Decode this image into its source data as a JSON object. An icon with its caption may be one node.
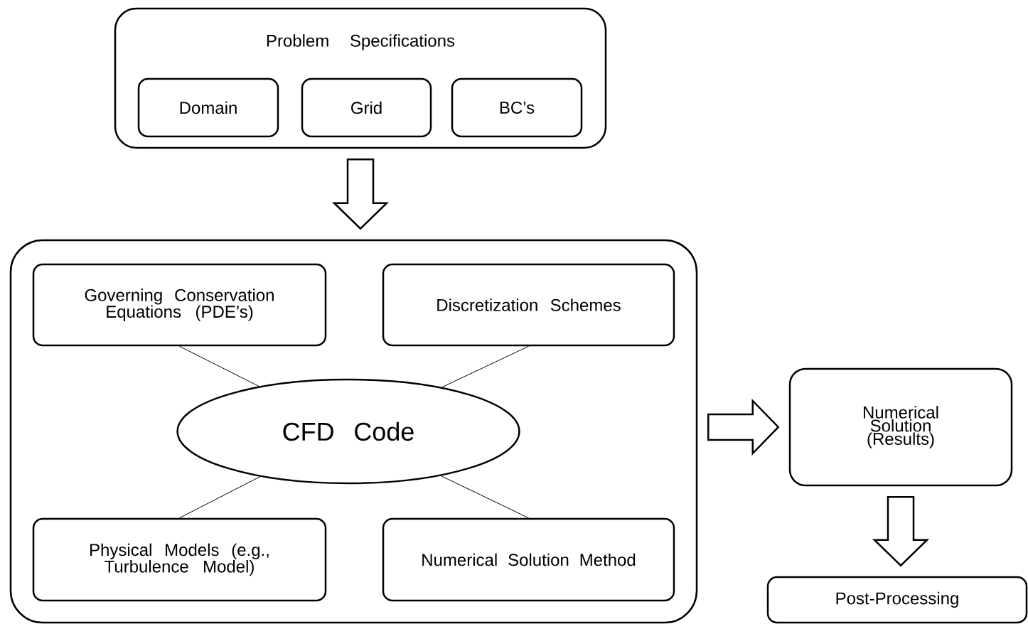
{
  "diagram": {
    "nodes": [
      {
        "text": [
          "Problem Specifications"
        ]
      },
      {
        "text": [
          "Domain"
        ],
        "in": 0
      },
      {
        "text": [
          "Grid"
        ],
        "in": 0
      },
      {
        "text": [
          "BC’s"
        ],
        "in": 0
      },
      {
        "text": [],
        "shape": "box"
      },
      {
        "text": [
          "Governing Conservation Equations (PDE’s)"
        ],
        "in": 4
      },
      {
        "text": [
          "Discretization Schemes"
        ],
        "in": 4
      },
      {
        "text": [
          "CFD Code"
        ],
        "in": 4
      },
      {
        "text": [
          "Physical Models (e.g., Turbulence Model)"
        ],
        "in": 4
      },
      {
        "text": [
          "Numerical Solution Method"
        ],
        "in": 4
      },
      {
        "text": [
          "Numerical Solution (Results)"
        ]
      },
      {
        "text": [
          "Post-Processing"
        ]
      }
    ],
    "edges": [
      {
        "from": 0,
        "to": 4,
        "arrow": "to"
      },
      {
        "from": 5,
        "to": 7,
        "arrow": "none"
      },
      {
        "from": 6,
        "to": 7,
        "arrow": "none"
      },
      {
        "from": 8,
        "to": 7,
        "arrow": "none"
      },
      {
        "from": 9,
        "to": 7,
        "arrow": "none"
      },
      {
        "from": 4,
        "to": 10,
        "arrow": "to"
      },
      {
        "from": 10,
        "to": 11,
        "arrow": "to"
      }
    ]
  }
}
